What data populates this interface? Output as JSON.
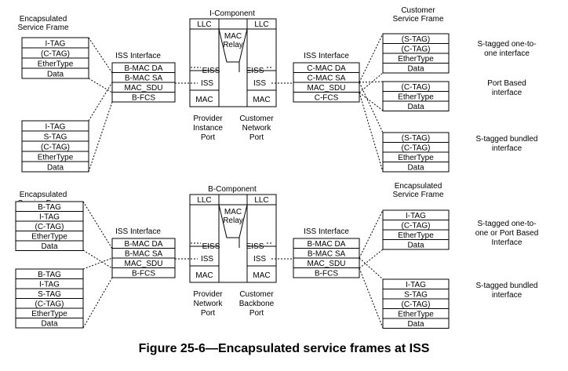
{
  "caption": "Figure 25-6—Encapsulated service frames at ISS",
  "top": {
    "component_title": "I-Component",
    "left_port": "Provider|Instance|Port",
    "right_port": "Customer|Network|Port",
    "left_frames_title": "Encapsulated|Service Frame",
    "right_frames_title": "Customer|Service Frame",
    "left_iss_title": "ISS Interface",
    "right_iss_title": "ISS Interface",
    "left_iss_rows": [
      "B-MAC DA",
      "B-MAC SA",
      "MAC_SDU",
      "B-FCS"
    ],
    "right_iss_rows": [
      "C-MAC DA",
      "C-MAC SA",
      "MAC_SDU",
      "C-FCS"
    ],
    "left_frame_a": [
      "I-TAG",
      "(C-TAG)",
      "EtherType",
      "Data"
    ],
    "left_frame_b": [
      "I-TAG",
      "S-TAG",
      "(C-TAG)",
      "EtherType",
      "Data"
    ],
    "right_frame_a": [
      "(S-TAG)",
      "(C-TAG)",
      "EtherType",
      "Data"
    ],
    "right_frame_b": [
      "(C-TAG)",
      "EtherType",
      "Data"
    ],
    "right_frame_c": [
      "(S-TAG)",
      "(C-TAG)",
      "EtherType",
      "Data"
    ],
    "desc_a": "S-tagged one-to-|one interface",
    "desc_b": "Port Based|interface",
    "desc_c": "S-tagged bundled|interface"
  },
  "bottom": {
    "component_title": "B-Component",
    "left_port": "Provider|Network|Port",
    "right_port": "Customer|Backbone|Port",
    "left_frames_title": "Encapsulated|Service Frame",
    "right_frames_title": "Encapsulated|Service Frame",
    "left_iss_title": "ISS Interface",
    "right_iss_title": "ISS Interface",
    "left_iss_rows": [
      "B-MAC DA",
      "B-MAC SA",
      "MAC_SDU",
      "B-FCS"
    ],
    "right_iss_rows": [
      "B-MAC DA",
      "B-MAC SA",
      "MAC_SDU",
      "B-FCS"
    ],
    "left_frame_a": [
      "B-TAG",
      "I-TAG",
      "(C-TAG)",
      "EtherType",
      "Data"
    ],
    "left_frame_b": [
      "B-TAG",
      "I-TAG",
      "S-TAG",
      "(C-TAG)",
      "EtherType",
      "Data"
    ],
    "right_frame_a": [
      "I-TAG",
      "(C-TAG)",
      "EtherType",
      "Data"
    ],
    "right_frame_b": [
      "I-TAG",
      "S-TAG",
      "(C-TAG)",
      "EtherType",
      "Data"
    ],
    "desc_a": "S-tagged one-to-|one or Port Based|Interface",
    "desc_b": "S-tagged bundled|interface"
  },
  "labels": {
    "llc": "LLC",
    "mac": "MAC",
    "iss": "ISS",
    "eiss": "EISS",
    "relay": "MAC|Relay"
  }
}
